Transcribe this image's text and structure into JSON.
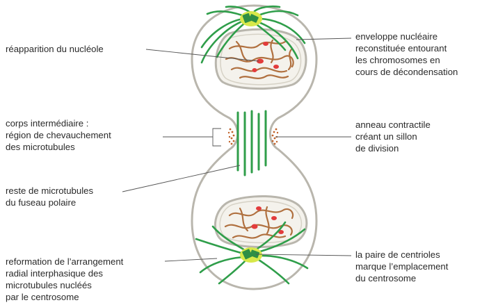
{
  "labels": {
    "nucleolus": "réapparition du nucléole",
    "envelope": "enveloppe nucléaire\nreconstituée entourant\nles chromosomes en\ncours de décondensation",
    "midbody": "corps intermédiaire :\nrégion de chevauchement\ndes microtubules",
    "ring": "anneau contractile\ncréant un sillon\nde division",
    "spindle_remnant": "reste de microtubules\ndu fuseau polaire",
    "reformation": "reformation de l’arrangement\nradial interphasique des\nmicrotubules nucléés\npar le centrosome",
    "centrioles": "la paire de centrioles\nmarque l’emplacement\ndu centrosome"
  },
  "colors": {
    "membrane": "#b9b6ad",
    "microtubule": "#2f9e4a",
    "chromosome": "#b0703f",
    "nucleolus": "#e23c3c",
    "centrosome": "#d8e84a",
    "centriole": "#2f8f45",
    "ring": "#c0622a",
    "leader": "#555555",
    "text": "#2a2a2a"
  }
}
